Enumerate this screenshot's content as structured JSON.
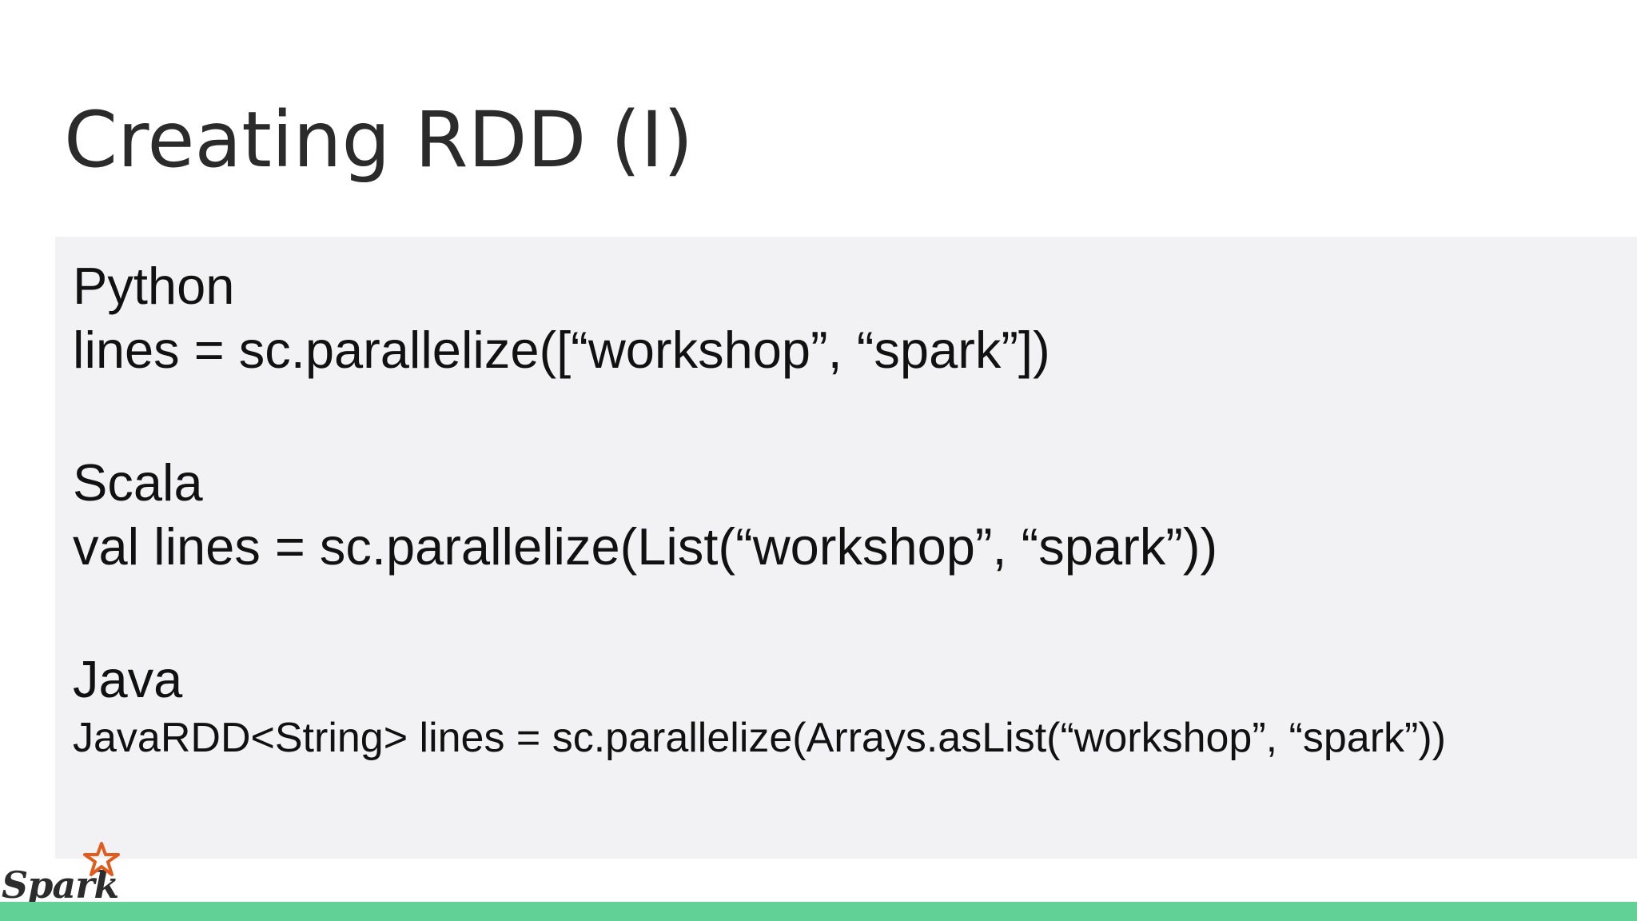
{
  "slide": {
    "title": "Creating RDD (I)",
    "sections": [
      {
        "language": "Python",
        "code": "lines = sc.parallelize([“workshop”, “spark”])"
      },
      {
        "language": "Scala",
        "code": "val lines = sc.parallelize(List(“workshop”, “spark”))"
      },
      {
        "language": "Java",
        "code": "JavaRDD<String> lines = sc.parallelize(Arrays.asList(“workshop”, “spark”))"
      }
    ],
    "logo": {
      "text": "Spark",
      "icon": "spark-star-icon",
      "star_color": "#e25a1c"
    },
    "colors": {
      "bottom_bar": "#61d196",
      "panel_background": "#f2f2f4"
    }
  }
}
